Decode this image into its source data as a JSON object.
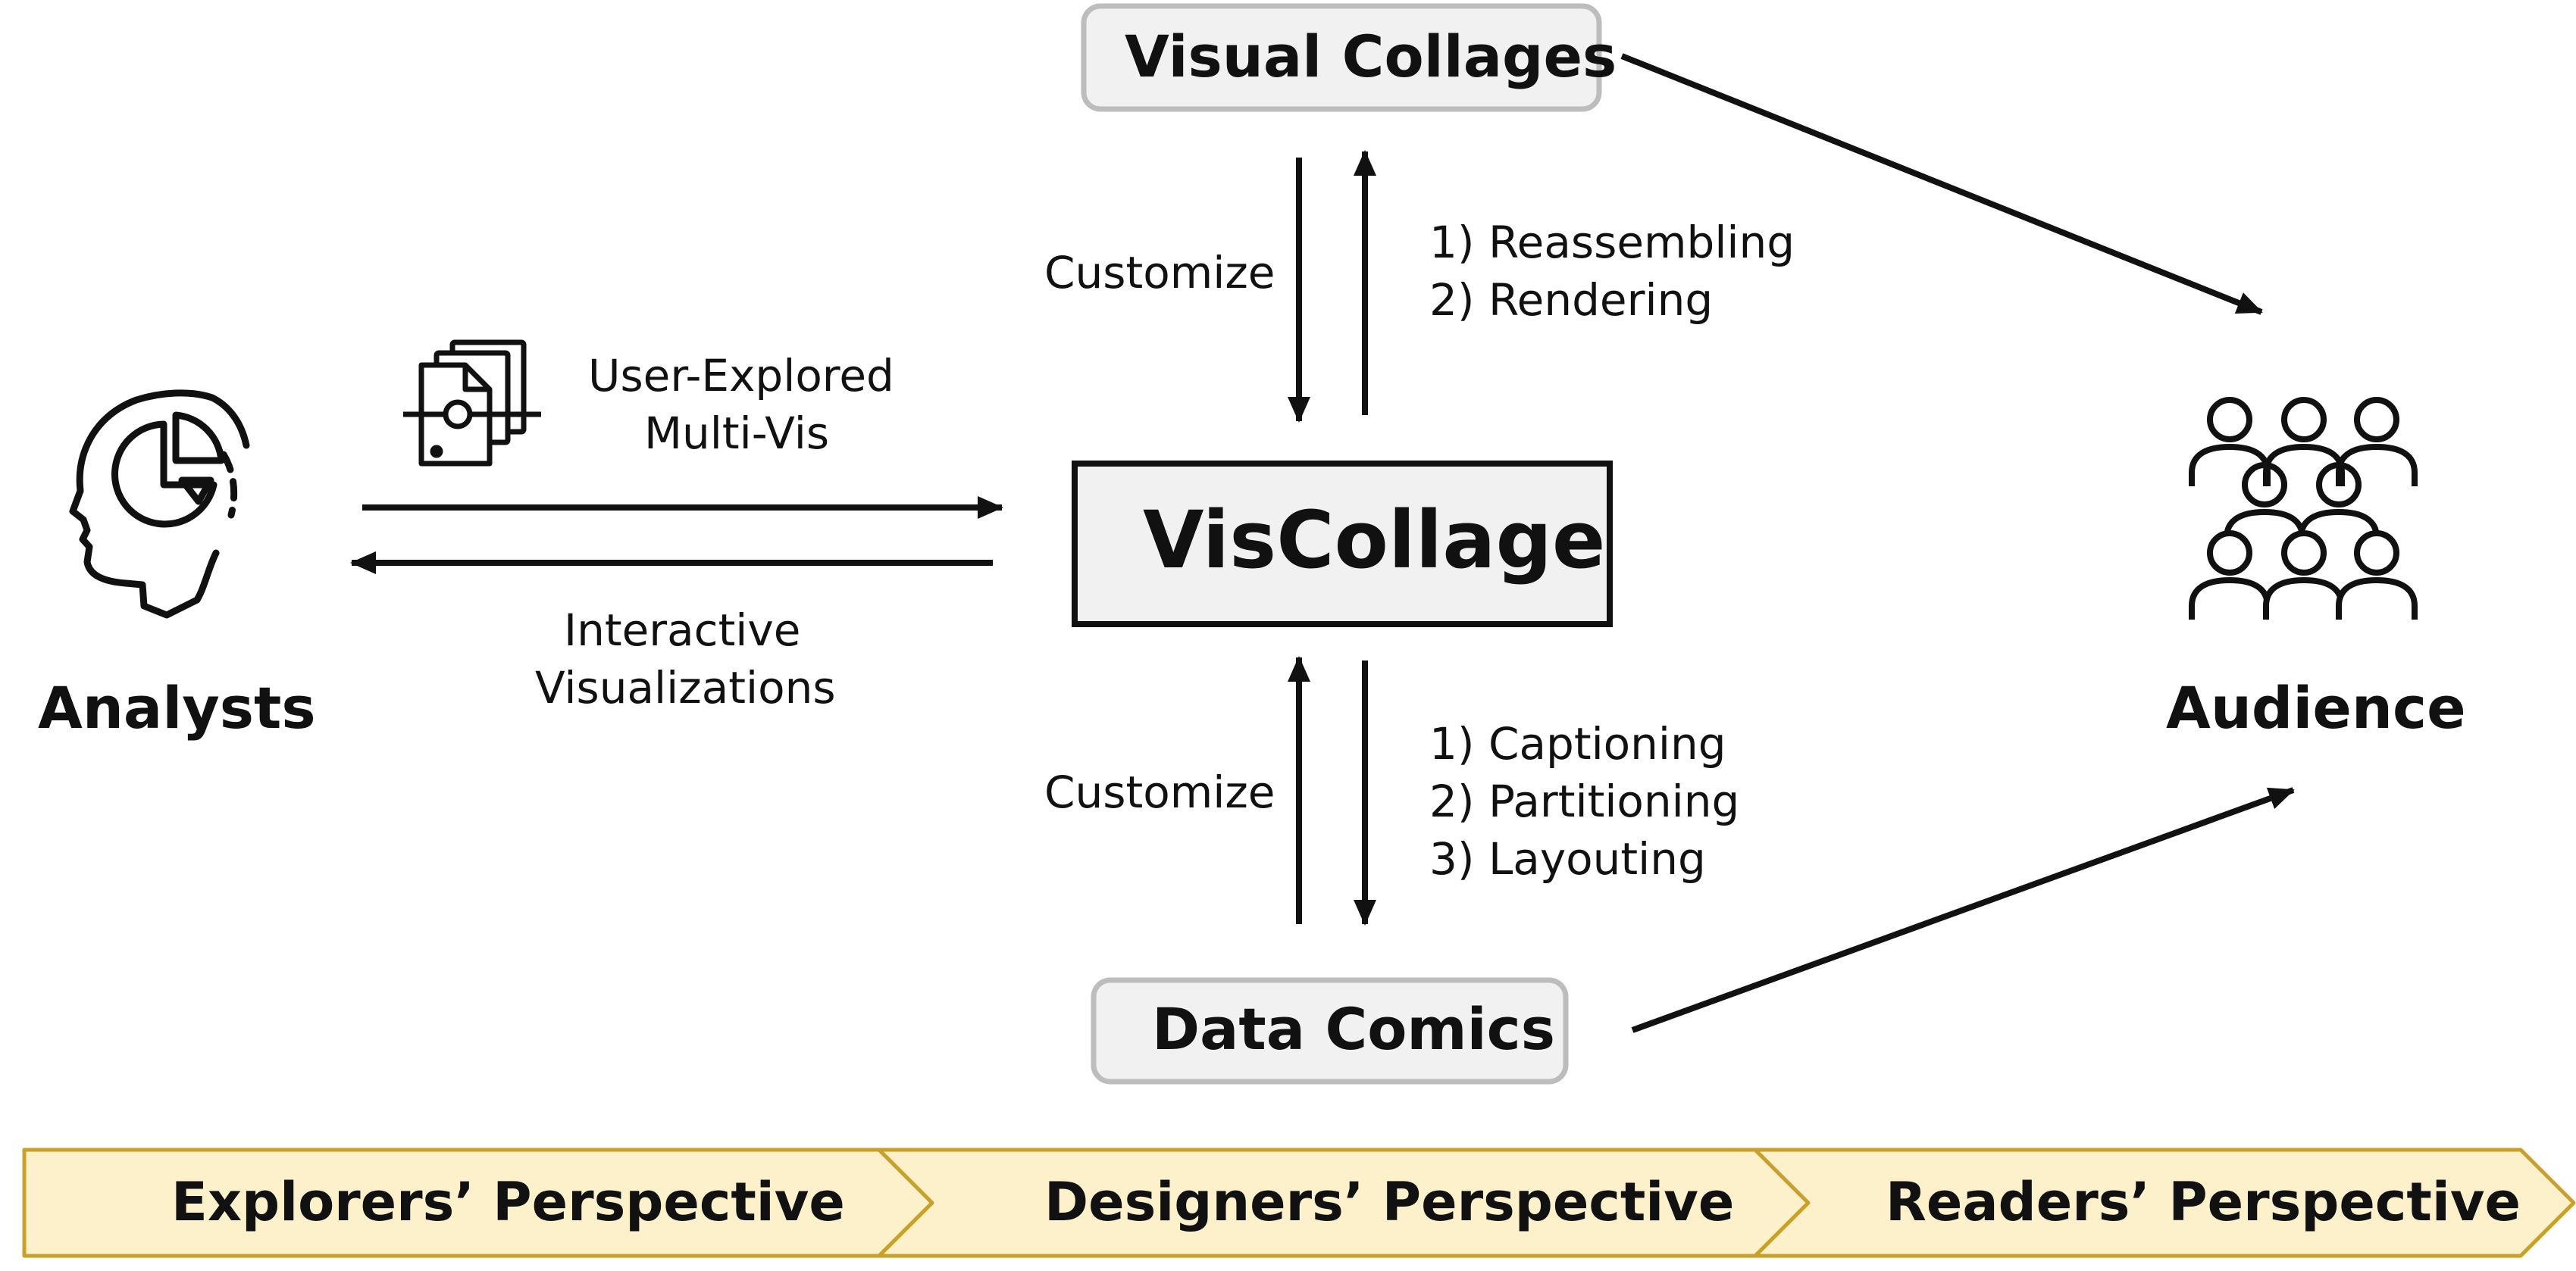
{
  "nodes": {
    "visual_collages": "Visual Collages",
    "viscollage": "VisCollage",
    "data_comics": "Data Comics"
  },
  "actors": {
    "analysts": "Analysts",
    "audience": "Audience"
  },
  "edges": {
    "top_customize": "Customize",
    "top_steps": [
      "1) Reassembling",
      "2) Rendering"
    ],
    "bottom_customize": "Customize",
    "bottom_steps": [
      "1) Captioning",
      "2) Partitioning",
      "3) Layouting"
    ],
    "to_viscollage": [
      "User-Explored",
      "Multi-Vis"
    ],
    "to_analysts": [
      "Interactive",
      "Visualizations"
    ]
  },
  "stages": [
    "Explorers’ Perspective",
    "Designers’ Perspective",
    "Readers’ Perspective"
  ],
  "icons": {
    "analysts": "head-with-pie-chart-icon",
    "audience": "group-of-people-icon",
    "multi_vis": "stacked-documents-icon"
  },
  "colors": {
    "box_fill": "#f1f1f1",
    "box_border": "#bdbdbd",
    "main_border": "#111111",
    "stage_fill": "#fdf1cc",
    "stage_border": "#c9a12a"
  }
}
